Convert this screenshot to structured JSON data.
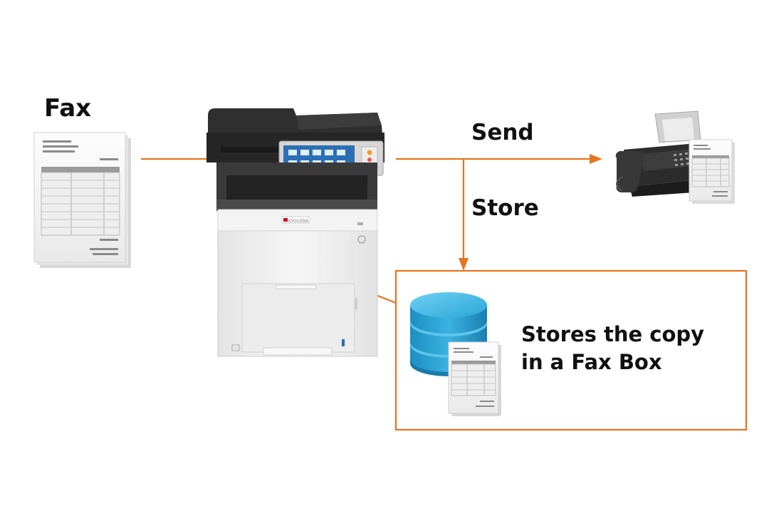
{
  "labels": {
    "fax": "Fax",
    "send": "Send",
    "store": "Store",
    "box_line1": "Stores the copy",
    "box_line2": "in a Fax Box"
  },
  "device": {
    "brand": "KYOCERA"
  },
  "colors": {
    "accent": "#e8731e",
    "database": "#2a9fd0"
  },
  "icons": [
    "fax-document-icon",
    "multifunction-printer-icon",
    "fax-machine-icon",
    "database-icon",
    "stored-document-icon"
  ]
}
